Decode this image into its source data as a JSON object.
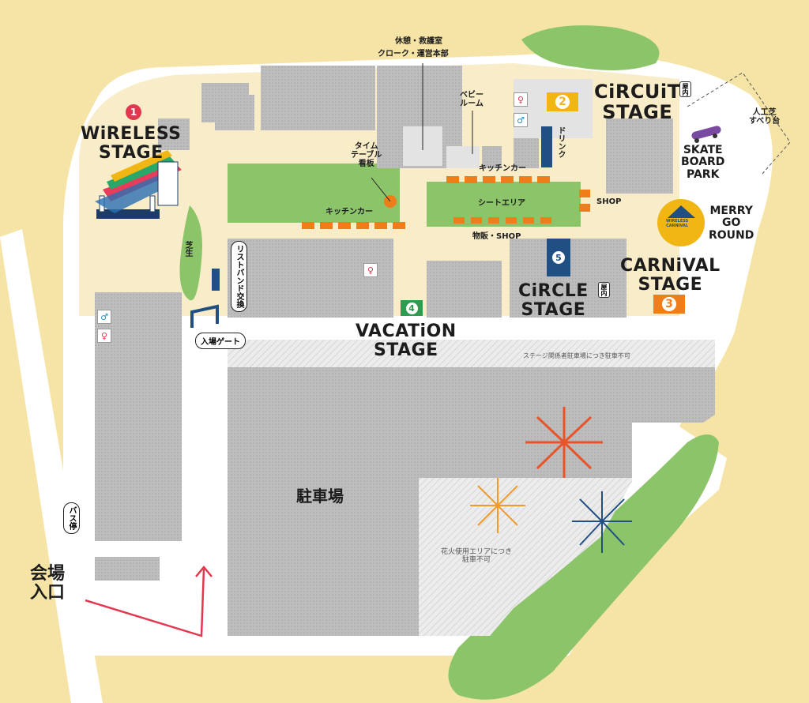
{
  "stages": {
    "wireless": {
      "num": "1",
      "name": "WiRELESS\nSTAGE"
    },
    "circuit": {
      "num": "2",
      "name": "CiRCUiT\nSTAGE",
      "indoor": "屋内"
    },
    "carnival": {
      "num": "3",
      "name": "CARNiVAL\nSTAGE"
    },
    "vacation": {
      "num": "4",
      "name": "VACATiON\nSTAGE"
    },
    "circle": {
      "num": "5",
      "name": "CiRCLE\nSTAGE",
      "indoor": "屋内"
    }
  },
  "labels": {
    "rest": "休憩・救護室",
    "cloak": "クローク・運営本部",
    "baby_room": "ベビー\nルーム",
    "drink": "ドリンク",
    "artificial_turf": "人工芝\nすべり台",
    "skate": "SKATE\nBOARD\nPARK",
    "merry": "MERRY\nGO\nROUND",
    "merry_sign": "WIRELESS\nCARNIVAL",
    "kitchen_car_top": "キッチンカー",
    "kitchen_car_left": "キッチンカー",
    "seat_area": "シートエリア",
    "shop": "SHOP",
    "merch_shop": "物販・SHOP",
    "time_table": "タイム\nテーブル\n看板",
    "lawn": "芝生",
    "wristband": "リストバンド交換",
    "entry_gate": "入場ゲート",
    "parking": "駐車場",
    "no_parking_stage": "ステージ関係者駐車場につき駐車不可",
    "no_parking_fireworks": "花火使用エリアにつき\n駐車不可",
    "bus_stop": "バス停",
    "venue_entrance": "会場\n入口"
  },
  "colors": {
    "background": "#f6e4a6",
    "grass": "#8cc46a",
    "road": "#ffffff",
    "building": "#b7b7b7",
    "red": "#e2384f",
    "orange": "#ef7d1a",
    "yellow": "#f1b514",
    "navy": "#1f4f83",
    "green_badge": "#2d9b50",
    "purple": "#7a4aa3"
  }
}
